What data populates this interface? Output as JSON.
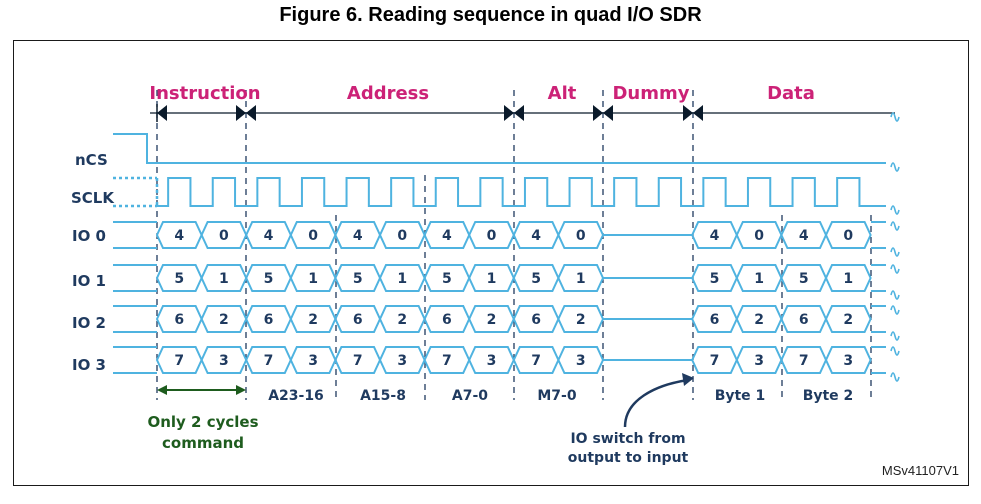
{
  "title": "Figure 6. Reading sequence in quad I/O SDR",
  "reference": "MSv41107V1",
  "phases": [
    "Instruction",
    "Address",
    "Alt",
    "Dummy",
    "Data"
  ],
  "signals": {
    "ncs": "nCS",
    "sclk": "SCLK",
    "io": [
      "IO 0",
      "IO 1",
      "IO 2",
      "IO 3"
    ]
  },
  "nibbles": [
    [
      "4",
      "0",
      "4",
      "0",
      "4",
      "0",
      "4",
      "0",
      "4",
      "0",
      "4",
      "0",
      "4",
      "0"
    ],
    [
      "5",
      "1",
      "5",
      "1",
      "5",
      "1",
      "5",
      "1",
      "5",
      "1",
      "5",
      "1",
      "5",
      "1"
    ],
    [
      "6",
      "2",
      "6",
      "2",
      "6",
      "2",
      "6",
      "2",
      "6",
      "2",
      "6",
      "2",
      "6",
      "2"
    ],
    [
      "7",
      "3",
      "7",
      "3",
      "7",
      "3",
      "7",
      "3",
      "7",
      "3",
      "7",
      "3",
      "7",
      "3"
    ]
  ],
  "byte_labels": [
    "A23-16",
    "A15-8",
    "A7-0",
    "M7-0",
    "Byte 1",
    "Byte 2"
  ],
  "notes": {
    "cycles_line1": "Only 2 cycles",
    "cycles_line2": "command",
    "switch_line1": "IO switch from",
    "switch_line2": "output to input"
  },
  "colors": {
    "signal": "#4fb3e0",
    "phase_text": "#cc2277",
    "label_text": "#1f3a5f",
    "note_green": "#1e5c1e"
  }
}
